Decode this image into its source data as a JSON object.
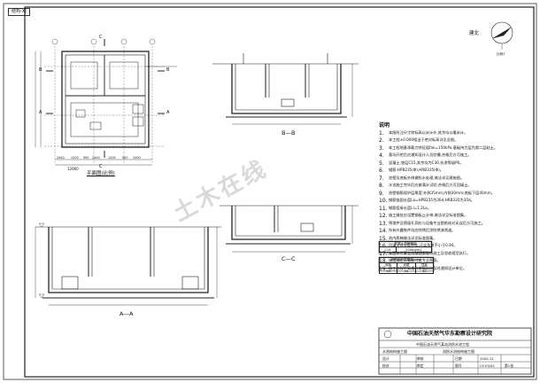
{
  "sheet_code": "结构-XJ",
  "north_label": "建北",
  "scale_hint": "比例1",
  "views": {
    "plan_title": "平面图(比例)",
    "bb_title": "B—B",
    "cc_title": "C—C",
    "aa_title": "A—A",
    "cut_c": "C",
    "cut_a": "A",
    "cut_b": "B"
  },
  "plan_dims": {
    "bottom": [
      "2400",
      "1200",
      "900",
      "2400",
      "1200",
      "900",
      "2400"
    ],
    "total": "12000"
  },
  "watermark": "土木在线",
  "notes": {
    "heading": "说明",
    "items": [
      {
        "n": "1.",
        "t": "本图所注尺寸除标高以米计外,其余均以毫米计。"
      },
      {
        "n": "2.",
        "t": "本工程±0.000相当于绝对标高详见总图。"
      },
      {
        "n": "3.",
        "t": "本工程地基承载力特征值fak=150kPa,基础持力层为第二层粘土。"
      },
      {
        "n": "4.",
        "t": "基坑开挖后应通知设计人员验槽,合格后方可施工。"
      },
      {
        "n": "5.",
        "t": "混凝土:垫层C15,其余均为C30,抗渗等级P6。"
      },
      {
        "n": "6.",
        "t": "钢筋:HPB235(Φ),HRB335(Φ)。"
      },
      {
        "n": "7.",
        "t": "池壁及底板外侧做防水处理,做法详见建施图。"
      },
      {
        "n": "8.",
        "t": "水池施工完毕后应做满水试验,合格后方可回填土。"
      },
      {
        "n": "9.",
        "t": "池壁钢筋保护层厚度:外侧35mm,内侧30mm;底板下层40mm。"
      },
      {
        "n": "10.",
        "t": "钢筋锚固长度La=HPB235为30d,HRB335为35d。"
      },
      {
        "n": "11.",
        "t": "钢筋搭接长度Ll=1.2La。"
      },
      {
        "n": "12.",
        "t": "施工缝处应设置钢板止水带,做法详见标准图集。"
      },
      {
        "n": "13.",
        "t": "预埋件及预留孔洞应与设备专业图纸核对无误后方可施工。"
      },
      {
        "n": "14.",
        "t": "所有外露铁件均应除锈后涂防锈漆两道。"
      },
      {
        "n": "15.",
        "t": "池内爬梯做法详见标准图集。"
      },
      {
        "n": "16.",
        "t": "回填土应分层夯实,压实系数不小于0.94。"
      },
      {
        "n": "17.",
        "t": "本图未尽事宜均按国家现行施工及验收规范执行。"
      },
      {
        "n": "18.",
        "t": "施工前应仔细核对各专业图纸。"
      },
      {
        "n": "19.",
        "t": "施工过程中如遇异常情况应及时通知设计单位。"
      }
    ]
  },
  "mat_table": {
    "title": "混凝土强度等级",
    "rows": [
      [
        "C15",
        "200Kg/m2"
      ]
    ]
  },
  "cover_table": {
    "title": "钢筋保护层厚度(mm)",
    "head": [
      "底板",
      "池壁",
      "顶板"
    ],
    "row": [
      "40",
      "35",
      "30"
    ]
  },
  "titleblock": {
    "institute": "中国石油天然气华东勘察设计研究院",
    "project": "中国石油天然气某站消防水池工程",
    "drawing": "水池结构施工图",
    "sub": "消防水池结构施工图",
    "labels": [
      "设计",
      "校对",
      "审核",
      "审定"
    ],
    "code_label": "图号",
    "code": "CY-03/02",
    "date_label": "日期",
    "date": "2005.12",
    "sheet_label": "第1张"
  }
}
